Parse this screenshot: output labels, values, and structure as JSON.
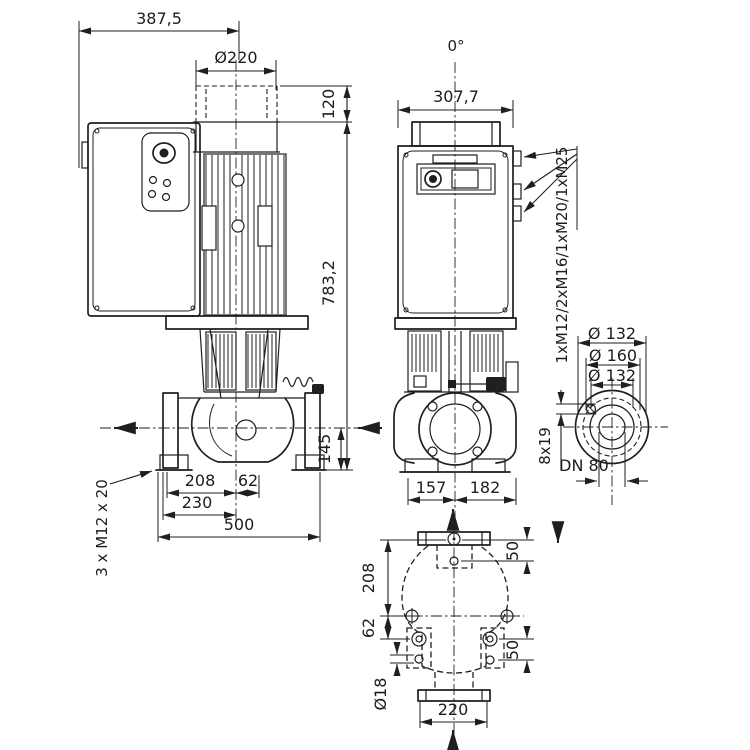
{
  "side_view": {
    "dim_overall_width": "387,5",
    "dim_fan_diameter": "Ø220",
    "dim_fan_height": "120",
    "dim_total_height": "783,2",
    "dim_axis_to_base": "145",
    "dim_flange_to_axis": "208",
    "dim_axis_offset": "62",
    "dim_foot_distance": "230",
    "dim_port_to_port": "500",
    "note_foot_thread": "3 x M12 x 20"
  },
  "front_view": {
    "label_angle": "0°",
    "dim_module_width": "307,7",
    "dim_left_of_axis": "157",
    "dim_right_of_axis": "182",
    "note_cable_glands": "1xM12/2xM16/1xM20/1xM25"
  },
  "flange_view": {
    "dim_outer": "Ø 132",
    "dim_bolt_circle": "Ø 160",
    "dim_raised_face": "Ø 132",
    "note_bolt_holes": "8x19",
    "label_nominal_diameter": "DN 80"
  },
  "plan_view": {
    "dim_axis_to_side_holes": "208",
    "dim_side_to_foot_holes": "62",
    "dim_hole_diameter": "Ø18",
    "dim_hole_spacing_top": "50",
    "dim_hole_spacing_bottom": "50",
    "dim_base_width": "220"
  }
}
